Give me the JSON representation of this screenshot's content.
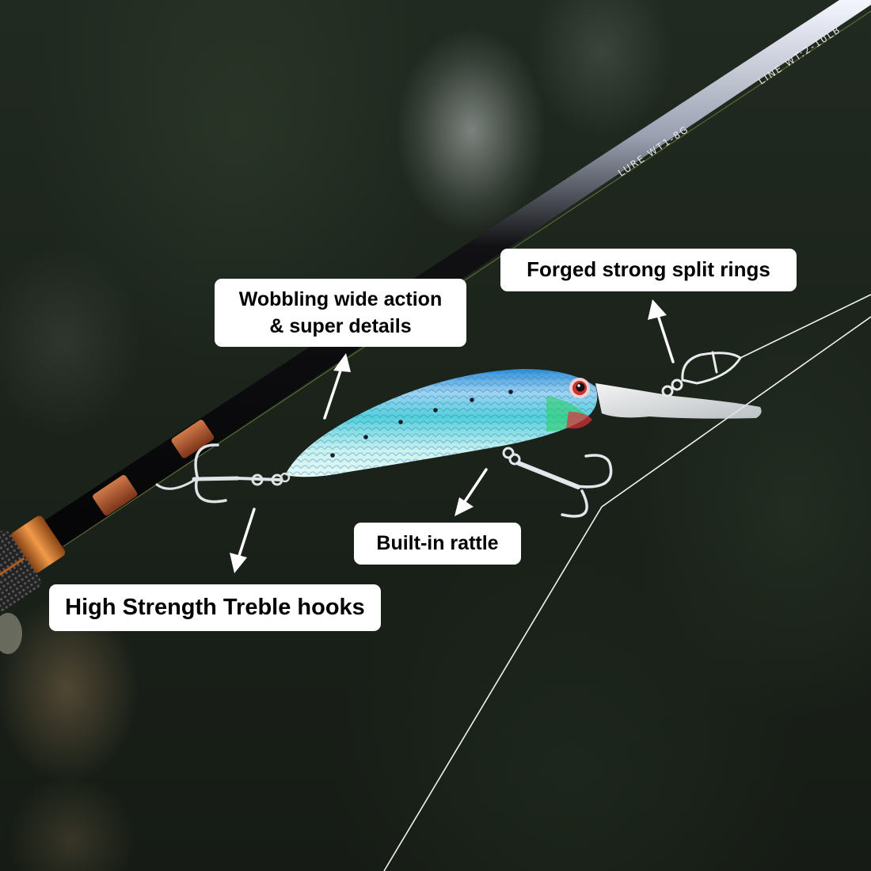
{
  "image": {
    "description": "Product photo of a blue crankbait fishing lure attached to line near a spinning rod, with white callout labels",
    "background_color": "#1b231b"
  },
  "callouts": {
    "split_rings": "Forged strong split rings",
    "wobbling_line1": "Wobbling wide action",
    "wobbling_line2": "& super details",
    "rattle": "Built-in rattle",
    "treble": "High Strength Treble hooks"
  },
  "rod_markings": {
    "lure_weight": "LURE WT1-8G",
    "line_weight": "LINE WT:2-10LB"
  },
  "colors": {
    "callout_bg": "#ffffff",
    "callout_text": "#000000",
    "lure_back": "#3aa8e0",
    "lure_belly": "#cfeff2",
    "lure_side": "#5fd6d6",
    "rod_wrap": "#b5532a",
    "reel_accent": "#c8661e"
  }
}
